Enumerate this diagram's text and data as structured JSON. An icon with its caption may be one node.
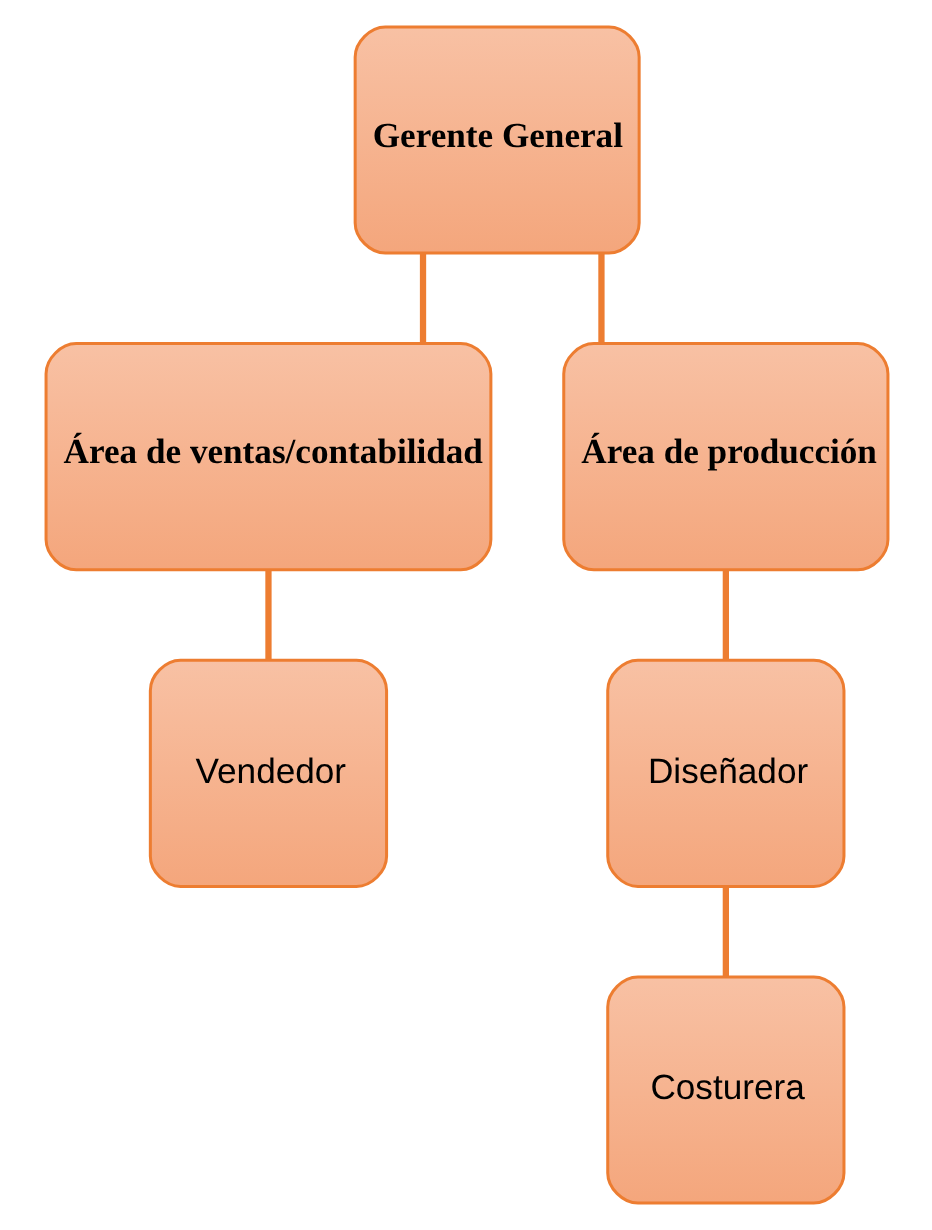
{
  "diagram": {
    "nodes": [
      {
        "text": [
          "Gerente General"
        ]
      },
      {
        "text": [
          "Área de ventas/contabilidad"
        ]
      },
      {
        "text": [
          "Área de producción"
        ]
      },
      {
        "text": [
          "Vendedor"
        ]
      },
      {
        "text": [
          "Diseñador"
        ]
      },
      {
        "text": [
          "Costurera"
        ]
      }
    ],
    "edges": [
      {
        "from": 0,
        "to": 1,
        "arrow": "none"
      },
      {
        "from": 0,
        "to": 2,
        "arrow": "none"
      },
      {
        "from": 1,
        "to": 3,
        "arrow": "none"
      },
      {
        "from": 2,
        "to": 4,
        "arrow": "none"
      },
      {
        "from": 4,
        "to": 5,
        "arrow": "none"
      }
    ]
  }
}
